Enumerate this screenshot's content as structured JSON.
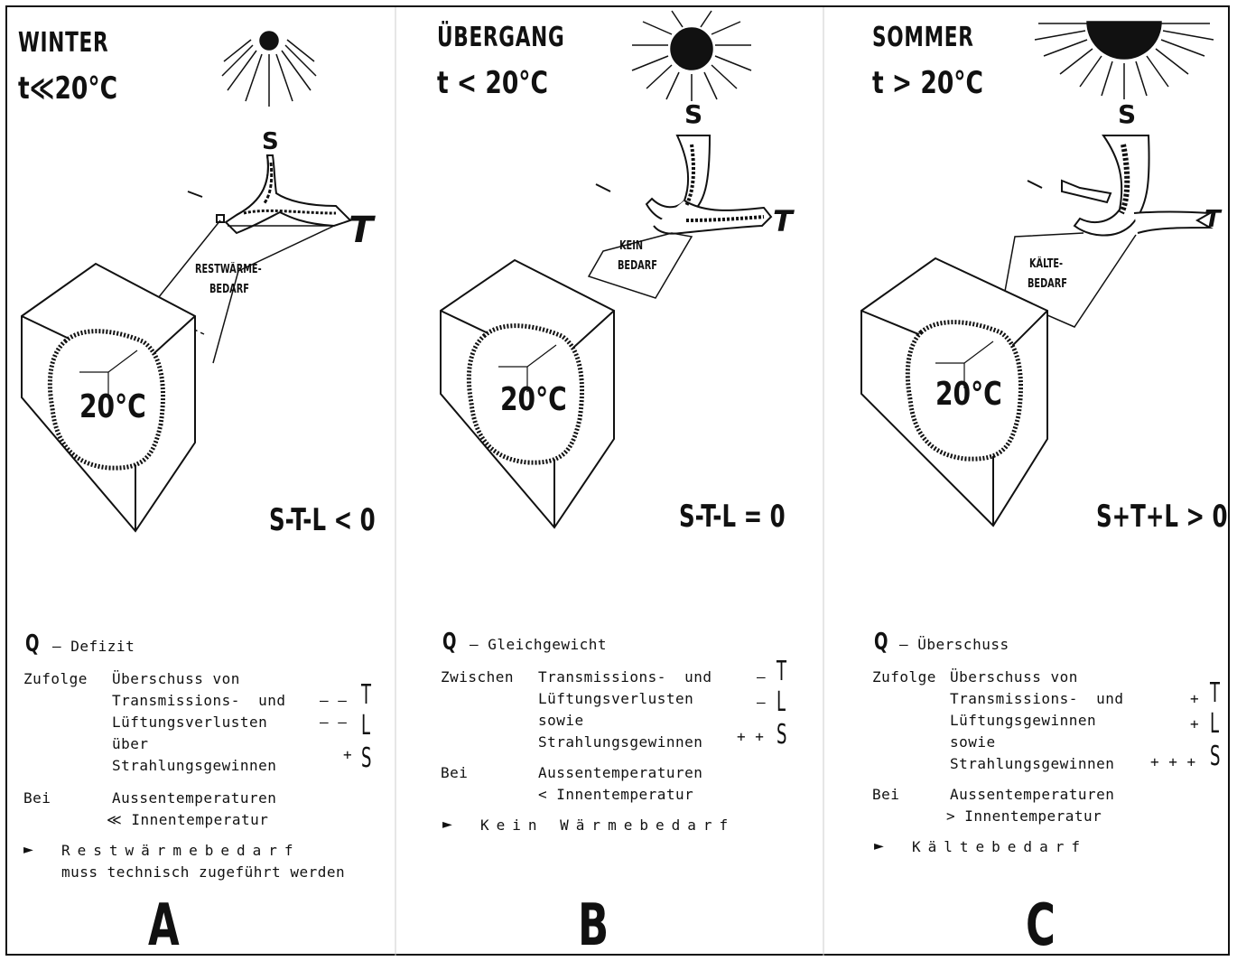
{
  "panels": [
    {
      "season": "WINTER",
      "temp": "t≪20°C",
      "room_temp": "20°C",
      "demand_label_1": "RESTWÄRME-",
      "demand_label_2": "BEDARF",
      "equation": "S-T-L < 0",
      "q_label": "– Defizit",
      "row1_col1": "Zufolge",
      "row1_col2": "Überschuss von",
      "row2": "Transmissions-  und",
      "row3": "Lüftungsverlusten",
      "row4": "über",
      "row5": "Strahlungsgewinnen",
      "sign_t": "– –",
      "sign_l": "– –",
      "sign_s": "+",
      "bei": "Bei",
      "bei_1": "Aussentemperaturen",
      "bei_2": "≪ Innentemperatur",
      "result_1": "Restwärmebedarf",
      "result_2": "muss technisch zugeführt werden",
      "letter": "A"
    },
    {
      "season": "ÜBERGANG",
      "temp": "t < 20°C",
      "room_temp": "20°C",
      "demand_label_1": "KEIN",
      "demand_label_2": "BEDARF",
      "equation": "S-T-L = 0",
      "q_label": "– Gleichgewicht",
      "row1_col1": "Zwischen",
      "row1_col2": "Transmissions-  und",
      "row2": "Lüftungsverlusten",
      "row3": "sowie",
      "row4": "Strahlungsgewinnen",
      "sign_t": "–",
      "sign_l": "–",
      "sign_s": "+ +",
      "bei": "Bei",
      "bei_1": "Aussentemperaturen",
      "bei_2": "< Innentemperatur",
      "result_1": "Kein Wärmebedarf",
      "letter": "B"
    },
    {
      "season": "SOMMER",
      "temp": "t > 20°C",
      "room_temp": "20°C",
      "demand_label_1": "KÄLTE-",
      "demand_label_2": "BEDARF",
      "equation": "S+T+L > 0",
      "q_label": "– Überschuss",
      "row1_col1": "Zufolge",
      "row1_col2": "Überschuss von",
      "row2": "Transmissions-  und",
      "row3": "Lüftungsgewinnen",
      "row4": "sowie",
      "row5": "Strahlungsgewinnen",
      "sign_t": "+",
      "sign_l": "+",
      "sign_s": "+ + +",
      "bei": "Bei",
      "bei_1": "Aussentemperaturen",
      "bei_2": "> Innentemperatur",
      "result_1": "Kältebedarf",
      "letter": "C"
    }
  ],
  "symbols": {
    "q": "Q",
    "s": "S",
    "t": "T",
    "l": "L",
    "arrow": "►"
  },
  "colors": {
    "ink": "#111111",
    "paper": "#ffffff"
  }
}
